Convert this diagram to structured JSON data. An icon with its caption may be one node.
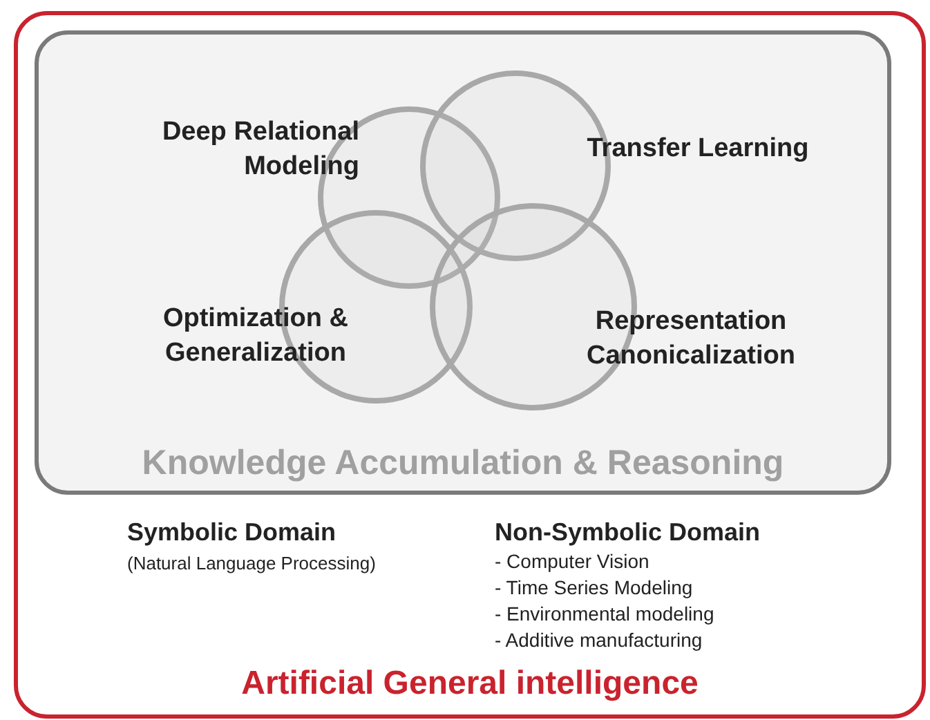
{
  "diagram": {
    "nodes": [
      {
        "text": [
          "Artificial General intelligence"
        ]
      },
      {
        "text": [
          "Knowledge Accumulation & Reasoning"
        ],
        "in": 0
      },
      {
        "text": [],
        "shape": "circle",
        "in": 1,
        "beside": [
          "Deep Relational Modeling"
        ]
      },
      {
        "text": [],
        "shape": "circle",
        "in": 1,
        "beside": [
          "Transfer Learning"
        ]
      },
      {
        "text": [],
        "shape": "circle",
        "in": 1,
        "beside": [
          "Optimization & Generalization"
        ]
      },
      {
        "text": [],
        "shape": "circle",
        "in": 1,
        "beside": [
          "Representation Canonicalization"
        ]
      }
    ],
    "labels": [
      "Symbolic Domain",
      "(Natural Language Processing)",
      "Non-Symbolic Domain",
      "- Computer Vision",
      "- Time Series Modeling",
      "- Environmental modeling",
      "- Additive manufacturing"
    ]
  }
}
